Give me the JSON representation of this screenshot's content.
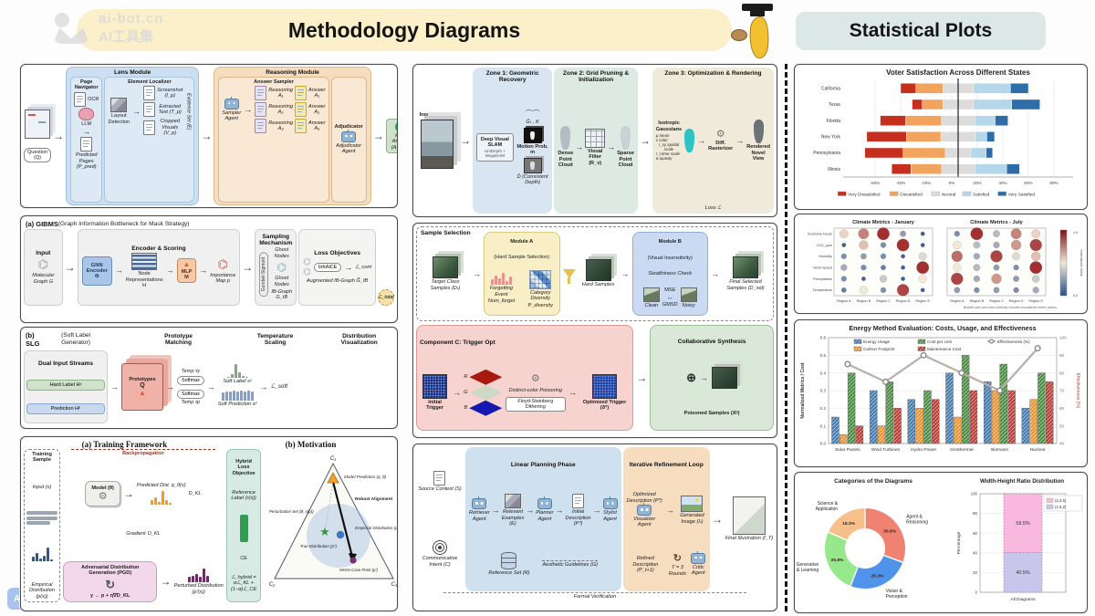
{
  "watermark": {
    "brand": "ai-bot.cn",
    "brand_cn": "AI工具集",
    "corner": "AI"
  },
  "headers": {
    "methodology": "Methodology Diagrams",
    "statistical": "Statistical Plots"
  },
  "panels": {
    "lens": {
      "lens_module": "Lens Module",
      "reasoning_module": "Reasoning Module",
      "page_navigator": "Page Navigator",
      "element_localizer": "Element Localizer",
      "answer_sampler": "Answer Sampler",
      "adjudicator": "Adjudicator",
      "question": "Question (Q)",
      "ocr": "OCR",
      "llm": "LLM",
      "predicted_pages": "Predicted Pages (P_pred)",
      "layout_detection": "Layout Detection",
      "screenshot": "Screenshot (I_p)",
      "extracted_text": "Extracted Text (T_p)",
      "cropped_visuals": "Cropped Visuals (V_p)",
      "evidence_set": "Evidence Set (E)",
      "sampler_agent": "Sampler Agent",
      "reasonings": [
        "Reasoning A₁",
        "Reasoning A₂",
        "Reasoning A₃"
      ],
      "answers": [
        "Answer A₁",
        "Answer A₂",
        "Answer A₃"
      ],
      "adjudicator_agent": "Adjudicator Agent",
      "final_answer": "Final Answer (A_final)"
    },
    "gibms": {
      "title_bold": "(a) GIBMS",
      "title_rest": " (Graph Information Bottleneck for Mask Strategy)",
      "sec_input": "Input",
      "sec_encoder": "Encoder & Scoring",
      "sec_sampling": "Sampling Mechanism",
      "sec_loss": "Loss Objectives",
      "molecular_graph": "Molecular Graph G",
      "gnn_encoder": "GNN Encoder Φ",
      "node_repr": "Node Representations H",
      "mlp": "MLP M",
      "importance_map": "Importance Map p",
      "gumbel": "Gumbel-Sigmoid",
      "ghost1": "Ghost Nodes",
      "ghost2": "Ghost Nodes",
      "ib_graph": "IB-Graph G_IB",
      "infonce": "InfoNCE",
      "l_cont": "ℒ_cont",
      "aug_graph": "Augmented IB-Graph G̃_IB",
      "l_total": "ℒ_total"
    },
    "slg": {
      "title_bold": "(b) SLG",
      "title_rest": " (Soft Label Generator)",
      "sec_dual": "Dual Input Streams",
      "sec_proto": "Prototype Matching",
      "sec_temp": "Temperature Scaling",
      "sec_dist": "Distribution Visualization",
      "hard_label": "Hard Label Hʸ",
      "prediction": "Prediction Hᵖ",
      "prototypes": "Prototypes",
      "prototypes_q": "Q",
      "temp_y": "Temp τy",
      "temp_p": "Temp τp",
      "softmax1": "Softmax",
      "softmax2": "Softmax",
      "soft_label": "Soft Label sʸ",
      "soft_prediction": "Soft Prediction sᵖ",
      "l_soft": "ℒ_soft",
      "soft_label_bars": [
        1,
        2.5,
        10,
        4,
        1.5,
        0.8
      ],
      "soft_pred_bars": [
        6,
        6.6,
        6.2,
        6.9,
        6.3,
        6.7,
        6.1,
        6.8,
        6.4
      ]
    },
    "training": {
      "title_a": "(a) Training Framework",
      "title_b": "(b) Motivation",
      "training_sample": "Training Sample",
      "input_x": "Input (x)",
      "empirical": "Empirical Distribution (p(x))",
      "model": "Model (θ)",
      "backprop": "Backpropagation",
      "predicted": "Predicted Dist. q_θ(x)",
      "dkl": "D_KL",
      "gradient": "Gradient",
      "adv": "Adversarial Distribution Generation (PGD)",
      "formula": "y ← p + η∇D_KL",
      "perturbed": "Perturbed Distribution (p′(x))",
      "hybrid": "Hybrid Loss Objective",
      "ref_label": "Reference Label (r(x))",
      "ce": "CE",
      "loss": "ℒ_hybrid = αℒ_KL + (1−α)ℒ_CE",
      "emp_bars": [
        3,
        6,
        2,
        4,
        10,
        1
      ],
      "pred_bars": [
        3,
        5,
        2,
        10,
        3,
        1
      ],
      "pert_bars": [
        4,
        5,
        6,
        4,
        10,
        5
      ],
      "motivation": {
        "c1": "C₁",
        "c2": "C₂",
        "c3": "C₃",
        "model_pred": "Model Prediction (q_θ)",
        "robust": "Robust Alignment",
        "pert_set": "Perturbation Set (B_ε(p))",
        "emp_dist": "Empirical Distribution (p)",
        "true_dist": "True Distribution (p*)",
        "worst": "Worst-Case Point (p′)"
      }
    },
    "zones": {
      "input_video": "Input Video (Iₜ)",
      "zone1": "Zone 1: Geometric Recovery",
      "zone2": "Zone 2: Grid Pruning & Initialization",
      "zone3": "Zone 3: Optimization & Rendering",
      "slam": "Deep Visual SLAM",
      "slam_sub": "UniDepth + MegaSAM",
      "traj": "Ĝₜ , K",
      "motion": "Motion Prob. m",
      "depth": "D̂ (Consistent Depth)",
      "dense": "Dense Point Cloud",
      "filter": "Visual Filter (R_v)",
      "sparse": "Sparse Point Cloud",
      "iso": "Isotropic Gaussians",
      "legend": [
        "μ  mean",
        "c  color",
        "r_xy  spatial scale",
        "r_t  time scale",
        "α  opacity"
      ],
      "rasterizer": "Diff. Rasterizer",
      "rendered": "Rendered Novel View",
      "loss": "Loss ℒ"
    },
    "sample": {
      "title": "Sample Selection",
      "target": "Target Class Samples (Dₜ)",
      "module_a": "Module A",
      "module_a_sub": "(Hard Sample Selection)",
      "forgetting": "Forgetting Event",
      "num": "Num_forget",
      "category": "Category Diversity",
      "pdiv": "P_diversity",
      "hard": "Hard Samples",
      "module_b": "Module B",
      "module_b_sub": "(Visual Insensitivity)",
      "stealth": "Stealthiness Check",
      "clean": "Clean",
      "mse": "MSE",
      "gmsd": "GMSD",
      "noisy": "Noisy",
      "final": "Final Selected Samples (D_sel)",
      "component_c": "Component C: Trigger Opt",
      "initial": "Initial Trigger",
      "r": "R",
      "g": "G",
      "b": "B",
      "distinct": "Distinct-color Poisoning",
      "floyd": "Floyd-Steinberg Dithering",
      "optimized": "Optimized Trigger (δ*)",
      "collab": "Collaborative Synthesis",
      "poisoned": "Poisoned Samples (Xᵖ)",
      "forget_bars": [
        4,
        7,
        5,
        9,
        3,
        6
      ]
    },
    "agents": {
      "phase1": "Linear Planning Phase",
      "phase2": "Iterative Refinement Loop",
      "source": "Source Context (S)",
      "intent": "Communicative Intent (C)",
      "retriever": "Retriever Agent",
      "examples": "Relevant Examples (E)",
      "planner": "Planner Agent",
      "initial": "Initial Description (P⁰)",
      "stylist": "Stylist Agent",
      "reference": "Reference Set (R)",
      "aesthetic": "Aesthetic Guidelines (G)",
      "optimized": "Optimized Description (P*)",
      "visualizer": "Visualizer Agent",
      "generated": "Generated Image (Iₜ)",
      "rounds": "T = 3 Rounds",
      "refined": "Refined Description (P_t+1)",
      "critic": "Critic Agent",
      "final": "Final Illustration (I_T)",
      "verification": "Formal Verification"
    }
  },
  "chart_data": [
    {
      "id": "voter_satisfaction",
      "type": "bar",
      "title": "Voter Satisfaction Across Different States",
      "categories": [
        "California",
        "Texas",
        "Florida",
        "New York",
        "Pennsylvania",
        "Illinois"
      ],
      "series": [
        {
          "name": "Very Dissatisfied",
          "color": "#c62f1e",
          "values": [
            12,
            8,
            20,
            31,
            30,
            15
          ]
        },
        {
          "name": "Dissatisfied",
          "color": "#f2a45f",
          "values": [
            21,
            16,
            28,
            27,
            33,
            24
          ]
        },
        {
          "name": "Neutral",
          "color": "#dcdcdc",
          "values": [
            24,
            24,
            26,
            27,
            20,
            26
          ]
        },
        {
          "name": "Satisfied",
          "color": "#b5d7ec",
          "values": [
            29,
            30,
            16,
            9,
            12,
            25
          ]
        },
        {
          "name": "Very Satisfied",
          "color": "#2f6da8",
          "values": [
            14,
            22,
            10,
            6,
            5,
            10
          ]
        }
      ],
      "xticks": [
        "-60%",
        "-40%",
        "-20%",
        "0%",
        "20%",
        "40%",
        "60%",
        "80%"
      ],
      "xlim": [
        -85,
        95
      ],
      "legend_position": "bottom",
      "zero_line": 5
    },
    {
      "id": "climate_january",
      "type": "heatmap",
      "title": "Climate Metrics - January",
      "rows": [
        "Sunshine Hours",
        "CO2_ppm",
        "Humidity",
        "Wind Speed",
        "Precipitation",
        "Temperature"
      ],
      "columns": [
        "Region A",
        "Region B",
        "Region C",
        "Region D",
        "Region E"
      ],
      "values": [
        [
          0.55,
          0.75,
          0.95,
          0.25,
          0.05
        ],
        [
          0.05,
          0.6,
          0.2,
          0.95,
          0.05
        ],
        [
          0.2,
          0.25,
          0.2,
          0.05,
          0.45
        ],
        [
          0.3,
          0.2,
          0.15,
          0.05,
          0.95
        ],
        [
          0.2,
          0.05,
          0.4,
          0.05,
          0.5
        ],
        [
          0.15,
          0.5,
          0.2,
          0.9,
          0.05
        ]
      ]
    },
    {
      "id": "climate_july",
      "type": "heatmap",
      "title": "Climate Metrics - July",
      "rows": [
        "Sunshine Hours",
        "CO2_ppm",
        "Humidity",
        "Wind Speed",
        "Precipitation",
        "Temperature"
      ],
      "columns": [
        "Region A",
        "Region B",
        "Region C",
        "Region D",
        "Region E"
      ],
      "values": [
        [
          0.2,
          0.95,
          0.35,
          0.75,
          0.55
        ],
        [
          0.5,
          0.35,
          0.3,
          0.7,
          0.9
        ],
        [
          0.8,
          0.3,
          0.9,
          0.45,
          0.6
        ],
        [
          0.5,
          0.35,
          0.25,
          0.2,
          0.95
        ],
        [
          0.9,
          0.3,
          0.7,
          0.25,
          0.4
        ],
        [
          0.25,
          0.2,
          0.25,
          0.2,
          0.3
        ]
      ],
      "colorbar_label": "Normalized Value",
      "colorbar_ticks": [
        "1.0",
        "0.0"
      ],
      "caption": "Bubble size and color intensity encode normalized metric values"
    },
    {
      "id": "energy_eval",
      "type": "bar",
      "title": "Energy Method Evaluation: Costs, Usage, and Effectiveness",
      "categories": [
        "Solar Panels",
        "Wind Turbines",
        "Hydro Power",
        "Geothermal",
        "Biomass",
        "Nuclear"
      ],
      "series": [
        {
          "name": "Energy Usage",
          "color": "#4a7aa8",
          "values": [
            0.15,
            0.3,
            0.25,
            0.4,
            0.35,
            0.2
          ]
        },
        {
          "name": "Carbon Footprint",
          "color": "#e8963c",
          "values": [
            0.05,
            0.1,
            0.2,
            0.15,
            0.3,
            0.25
          ]
        },
        {
          "name": "Cost per Unit",
          "color": "#4e8a45",
          "values": [
            0.4,
            0.35,
            0.3,
            0.5,
            0.45,
            0.4
          ]
        },
        {
          "name": "Maintenance Cost",
          "color": "#b04038",
          "values": [
            0.1,
            0.2,
            0.25,
            0.3,
            0.3,
            0.35
          ]
        }
      ],
      "line_series": {
        "name": "Effectiveness (%)",
        "color": "#b8b0a8",
        "values": [
          85,
          75,
          90,
          80,
          70,
          94
        ]
      },
      "ylabel": "Normalized Metrics / Cost",
      "ylim": [
        0,
        0.6
      ],
      "y2label": "Effectiveness (%)",
      "y2lim": [
        40,
        100
      ]
    },
    {
      "id": "diagram_categories",
      "type": "pie",
      "title": "Categories of the Diagrams",
      "slices": [
        {
          "label": "Agent & Reasoning",
          "label_lines": [
            "Agent &",
            "Reasoning"
          ],
          "value": 30.6,
          "pct": "30.6%",
          "color": "#f08272"
        },
        {
          "label": "Vision & Perception",
          "label_lines": [
            "Vision &",
            "Perception"
          ],
          "value": 25.3,
          "pct": "25.3%",
          "color": "#4f94ea"
        },
        {
          "label": "Generative & Learning",
          "label_lines": [
            "Generative",
            "& Learning"
          ],
          "value": 25.8,
          "pct": "25.8%",
          "color": "#97e88a"
        },
        {
          "label": "Science & Application",
          "label_lines": [
            "Science &",
            "Application"
          ],
          "value": 18.3,
          "pct": "18.3%",
          "color": "#f7c08a"
        }
      ]
    },
    {
      "id": "ratio_distribution",
      "type": "bar",
      "title": "Width-Height Ratio Distribution",
      "ylabel": "Percentage",
      "ylim": [
        0,
        100
      ],
      "categories": [
        "All Diagrams"
      ],
      "segments": [
        {
          "label": "(1.5,2]",
          "value": 40.5,
          "pct": "40.5%",
          "color": "#c9c6ec"
        },
        {
          "label": "(2,2.5]",
          "value": 59.5,
          "pct": "59.5%",
          "color": "#f9b8de"
        }
      ]
    }
  ]
}
